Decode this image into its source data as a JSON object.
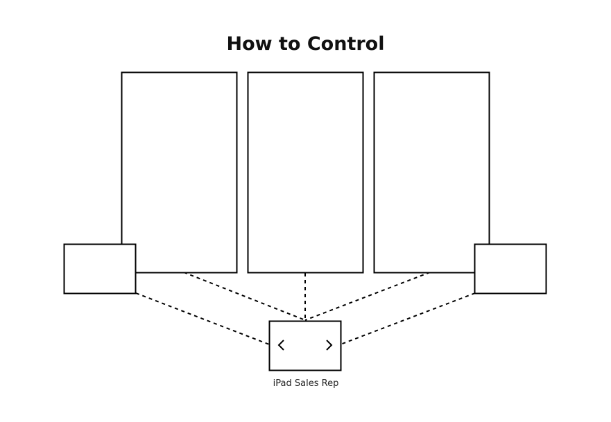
{
  "title": "How to Control",
  "ipad": {
    "label": "iPad Sales Rep",
    "prev_icon": "chevron-left-icon",
    "next_icon": "chevron-right-icon"
  },
  "screens": [
    "screen-left",
    "screen-center",
    "screen-right"
  ],
  "side_devices": [
    "device-left",
    "device-right"
  ],
  "colors": {
    "stroke": "#000000",
    "background": "#ffffff"
  }
}
